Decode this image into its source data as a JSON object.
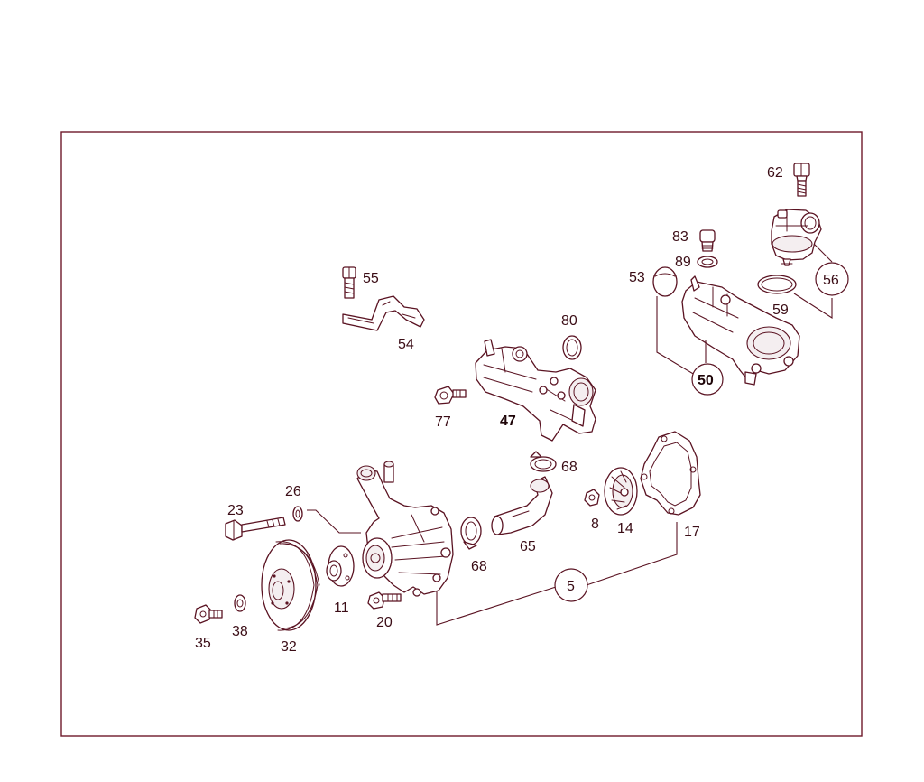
{
  "diagram": {
    "colors": {
      "frame": "#6e1a2a",
      "ink": "#5a1322",
      "label": "#3b0d16"
    },
    "callouts": [
      {
        "id": "62",
        "label": "62"
      },
      {
        "id": "83",
        "label": "83"
      },
      {
        "id": "89",
        "label": "89"
      },
      {
        "id": "53",
        "label": "53"
      },
      {
        "id": "56",
        "label": "56",
        "circled": true
      },
      {
        "id": "59",
        "label": "59"
      },
      {
        "id": "50",
        "label": "50",
        "circled": true,
        "bold": true
      },
      {
        "id": "55",
        "label": "55"
      },
      {
        "id": "54",
        "label": "54"
      },
      {
        "id": "80",
        "label": "80"
      },
      {
        "id": "77",
        "label": "77"
      },
      {
        "id": "47",
        "label": "47",
        "bold": true
      },
      {
        "id": "68a",
        "label": "68"
      },
      {
        "id": "26",
        "label": "26"
      },
      {
        "id": "23",
        "label": "23"
      },
      {
        "id": "8",
        "label": "8"
      },
      {
        "id": "14",
        "label": "14"
      },
      {
        "id": "17",
        "label": "17"
      },
      {
        "id": "65",
        "label": "65"
      },
      {
        "id": "68b",
        "label": "68"
      },
      {
        "id": "11",
        "label": "11"
      },
      {
        "id": "5",
        "label": "5",
        "circled": true
      },
      {
        "id": "20",
        "label": "20"
      },
      {
        "id": "35",
        "label": "35"
      },
      {
        "id": "38",
        "label": "38"
      },
      {
        "id": "32",
        "label": "32"
      }
    ]
  }
}
